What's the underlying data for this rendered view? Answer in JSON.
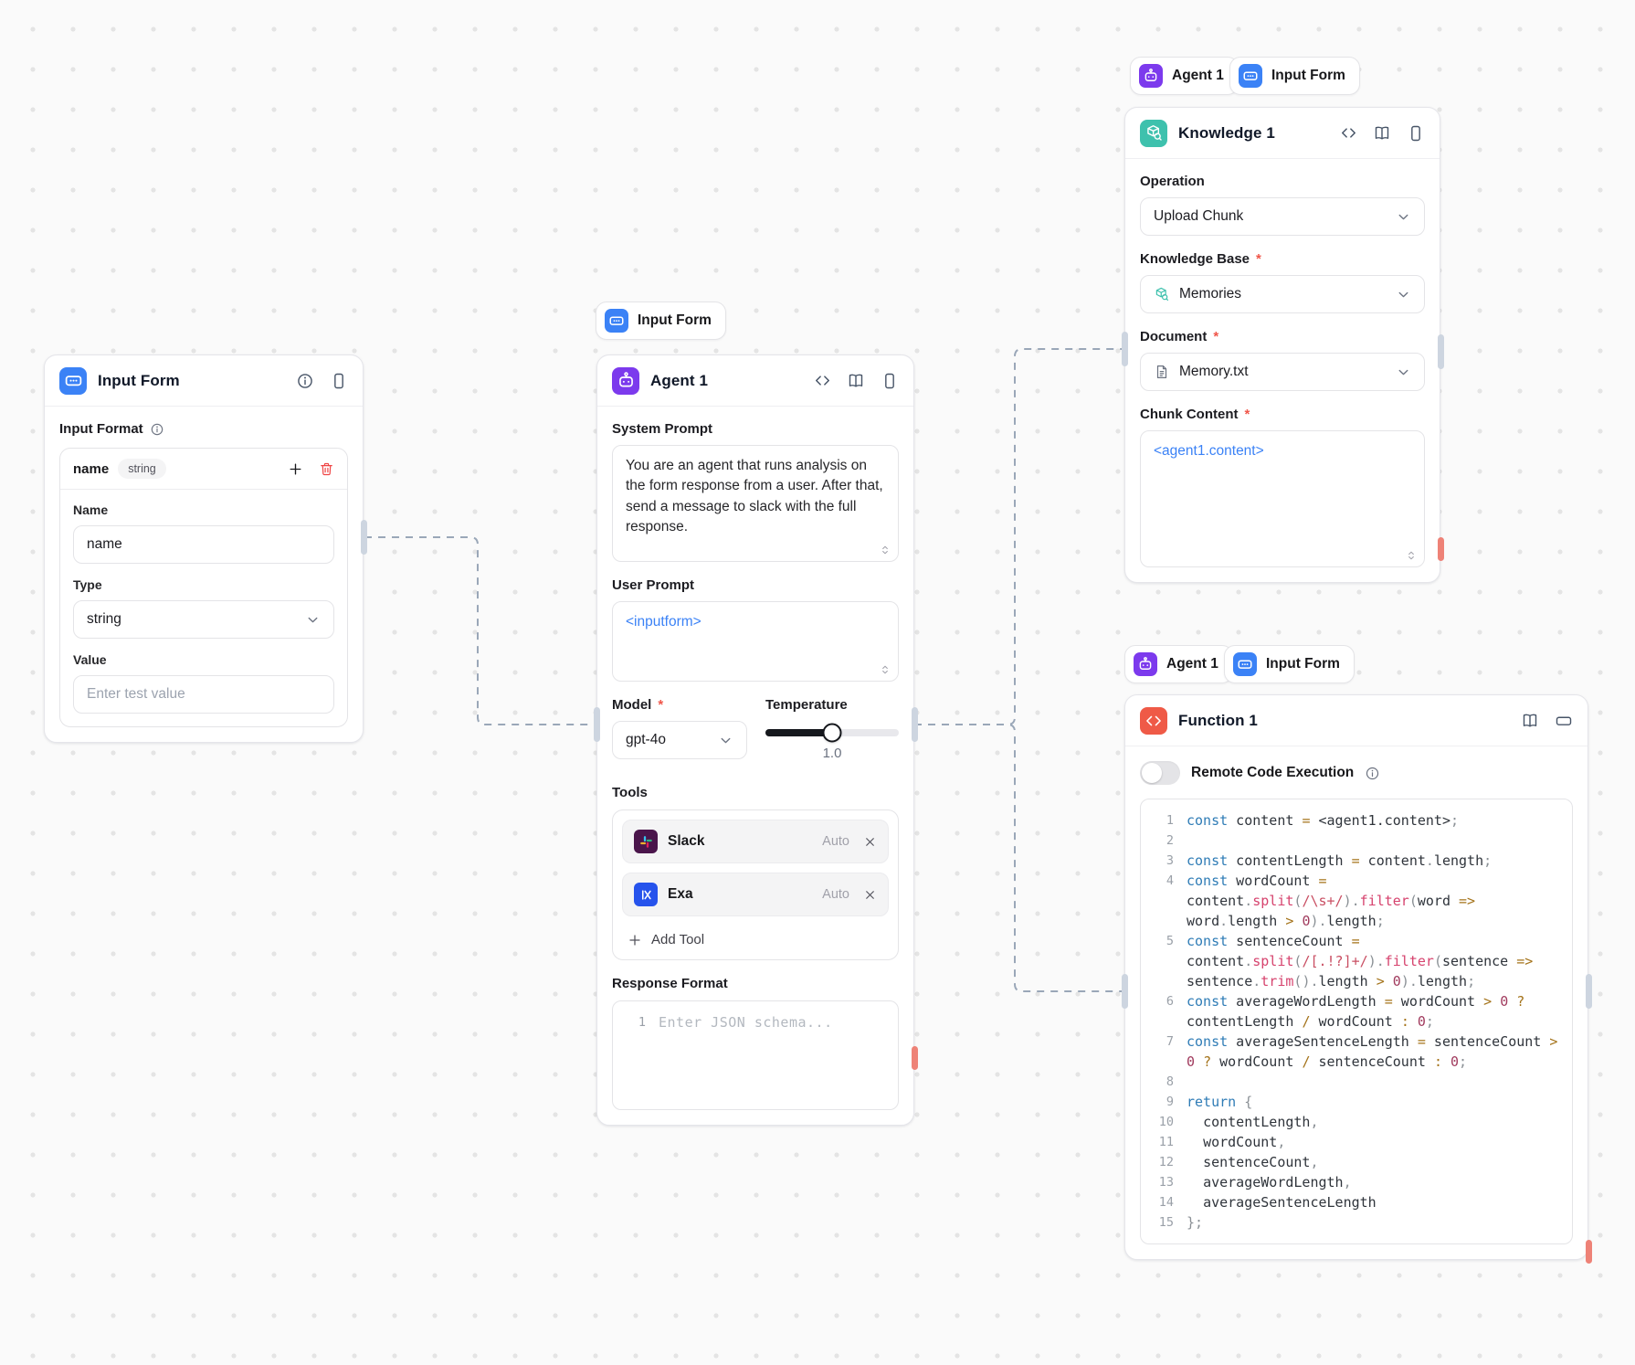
{
  "colors": {
    "canvas_bg": "#fafafa",
    "connector": "#9aa7b8",
    "port": "#cdd5e0",
    "alert_marker": "#ee8277",
    "input_form_accent": "#3b82f6",
    "agent_accent": "#7c3aed",
    "knowledge_accent": "#3ec1ad",
    "function_accent": "#ef5a47",
    "token_blue": "#3b82f6",
    "slack_brand": "#4a154b",
    "exa_brand": "#2653ec"
  },
  "badges": {
    "agent_label": "Agent 1",
    "input_form_label": "Input Form"
  },
  "input_form_node": {
    "title": "Input Form",
    "section_label": "Input Format",
    "row": {
      "name": "name",
      "type_pill": "string"
    },
    "fields": {
      "name_label": "Name",
      "name_value": "name",
      "type_label": "Type",
      "type_value": "string",
      "value_label": "Value",
      "value_placeholder": "Enter test value"
    }
  },
  "agent_node": {
    "title": "Agent 1",
    "system_prompt": {
      "label": "System Prompt",
      "value": "You are an agent that runs analysis on the form response from a user. After that, send a message to slack with the full response."
    },
    "user_prompt": {
      "label": "User Prompt",
      "value": "<inputform>"
    },
    "model": {
      "label": "Model",
      "required": "*",
      "value": "gpt-4o"
    },
    "temperature": {
      "label": "Temperature",
      "value": "1.0",
      "percent": 50
    },
    "tools": {
      "label": "Tools",
      "items": [
        {
          "name": "Slack",
          "mode": "Auto"
        },
        {
          "name": "Exa",
          "mode": "Auto"
        }
      ],
      "add_label": "Add Tool"
    },
    "response_format": {
      "label": "Response Format",
      "line_number": "1",
      "placeholder": "Enter JSON schema..."
    }
  },
  "knowledge_node": {
    "title": "Knowledge 1",
    "operation": {
      "label": "Operation",
      "value": "Upload Chunk"
    },
    "knowledge_base": {
      "label": "Knowledge Base",
      "required": "*",
      "value": "Memories"
    },
    "document": {
      "label": "Document",
      "required": "*",
      "value": "Memory.txt"
    },
    "chunk_content": {
      "label": "Chunk Content",
      "required": "*",
      "value": "<agent1.content>"
    }
  },
  "function_node": {
    "title": "Function 1",
    "toggle_label": "Remote Code Execution",
    "code": {
      "lines": [
        {
          "num": "1",
          "text": "const content = <agent1.content>;"
        },
        {
          "num": "2",
          "text": ""
        },
        {
          "num": "3",
          "text": "const contentLength = content.length;"
        },
        {
          "num": "4",
          "text": "const wordCount = content.split(/\\s+/).filter(word => word.length > 0).length;"
        },
        {
          "num": "5",
          "text": "const sentenceCount = content.split(/[.!?]+/).filter(sentence => sentence.trim().length > 0).length;"
        },
        {
          "num": "6",
          "text": "const averageWordLength = wordCount > 0 ? contentLength / wordCount : 0;"
        },
        {
          "num": "7",
          "text": "const averageSentenceLength = sentenceCount > 0 ? wordCount / sentenceCount : 0;"
        },
        {
          "num": "8",
          "text": ""
        },
        {
          "num": "9",
          "text": "return {"
        },
        {
          "num": "10",
          "text": "  contentLength,"
        },
        {
          "num": "11",
          "text": "  wordCount,"
        },
        {
          "num": "12",
          "text": "  sentenceCount,"
        },
        {
          "num": "13",
          "text": "  averageWordLength,"
        },
        {
          "num": "14",
          "text": "  averageSentenceLength"
        },
        {
          "num": "15",
          "text": "};"
        }
      ]
    }
  }
}
